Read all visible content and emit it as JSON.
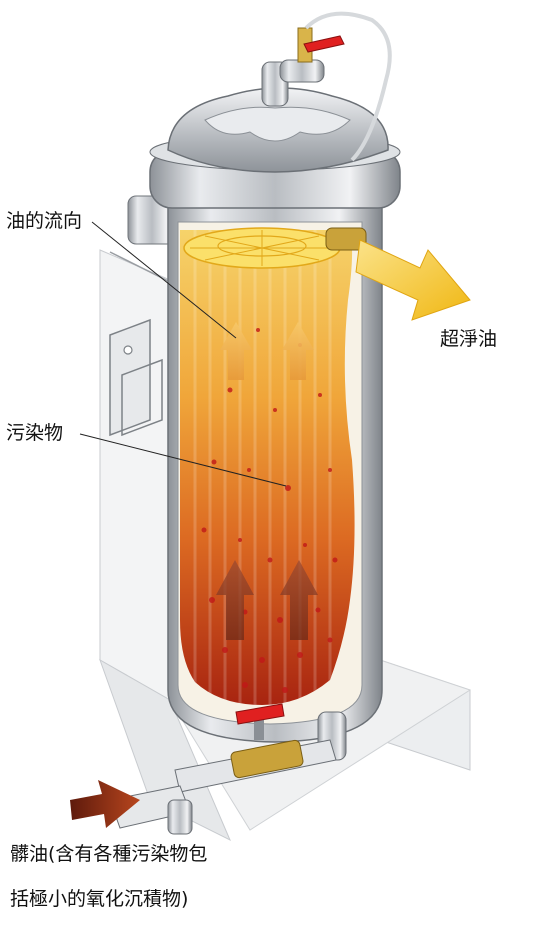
{
  "labels": {
    "oil_flow": "油的流向",
    "clean_oil": "超淨油",
    "contaminant": "污染物",
    "dirty_oil_line1": "髒油(含有各種污染物包",
    "dirty_oil_line2": "括極小的氧化沉積物)"
  },
  "colors": {
    "oil_top": "#f6d36a",
    "oil_mid": "#e88a2a",
    "oil_bottom": "#b32a12",
    "arrow_clean": "#f2c21b",
    "arrow_dirty": "#8a2a14",
    "valve_red": "#e02020",
    "steel": "#c9ccd0"
  }
}
